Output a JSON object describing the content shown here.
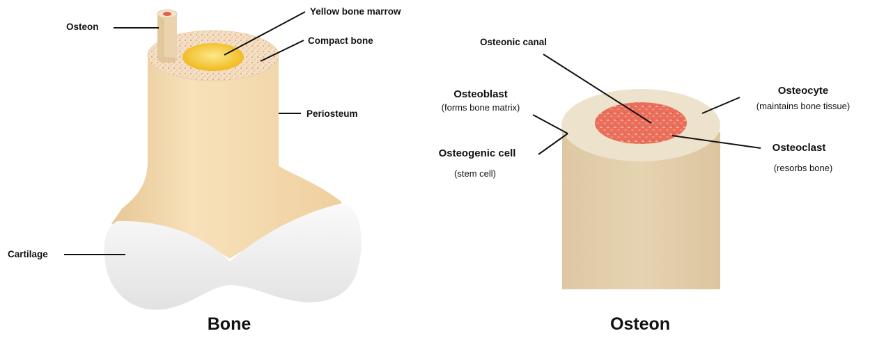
{
  "bone": {
    "title": "Bone",
    "labels": {
      "osteon": "Osteon",
      "yellow_bone_marrow": "Yellow bone marrow",
      "compact_bone": "Compact bone",
      "periosteum": "Periosteum",
      "cartilage": "Cartilage"
    }
  },
  "osteon": {
    "title": "Osteon",
    "labels": {
      "osteonic_canal": "Osteonic canal",
      "osteoblast": "Osteoblast",
      "osteoblast_desc": "(forms bone matrix)",
      "osteogenic_cell": "Osteogenic cell",
      "osteogenic_cell_desc": "(stem cell)",
      "osteocyte": "Osteocyte",
      "osteocyte_desc": "(maintains bone tissue)",
      "osteoclast": "Osteoclast",
      "osteoclast_desc": "(resorbs bone)"
    }
  },
  "colors": {
    "bone_shaft": "#f3d9ae",
    "cartilage": "#ededed",
    "marrow": "#f6c11e",
    "canal": "#e8705f",
    "osteon_body": "#e2cda8",
    "osteon_top": "#ede2cb"
  }
}
